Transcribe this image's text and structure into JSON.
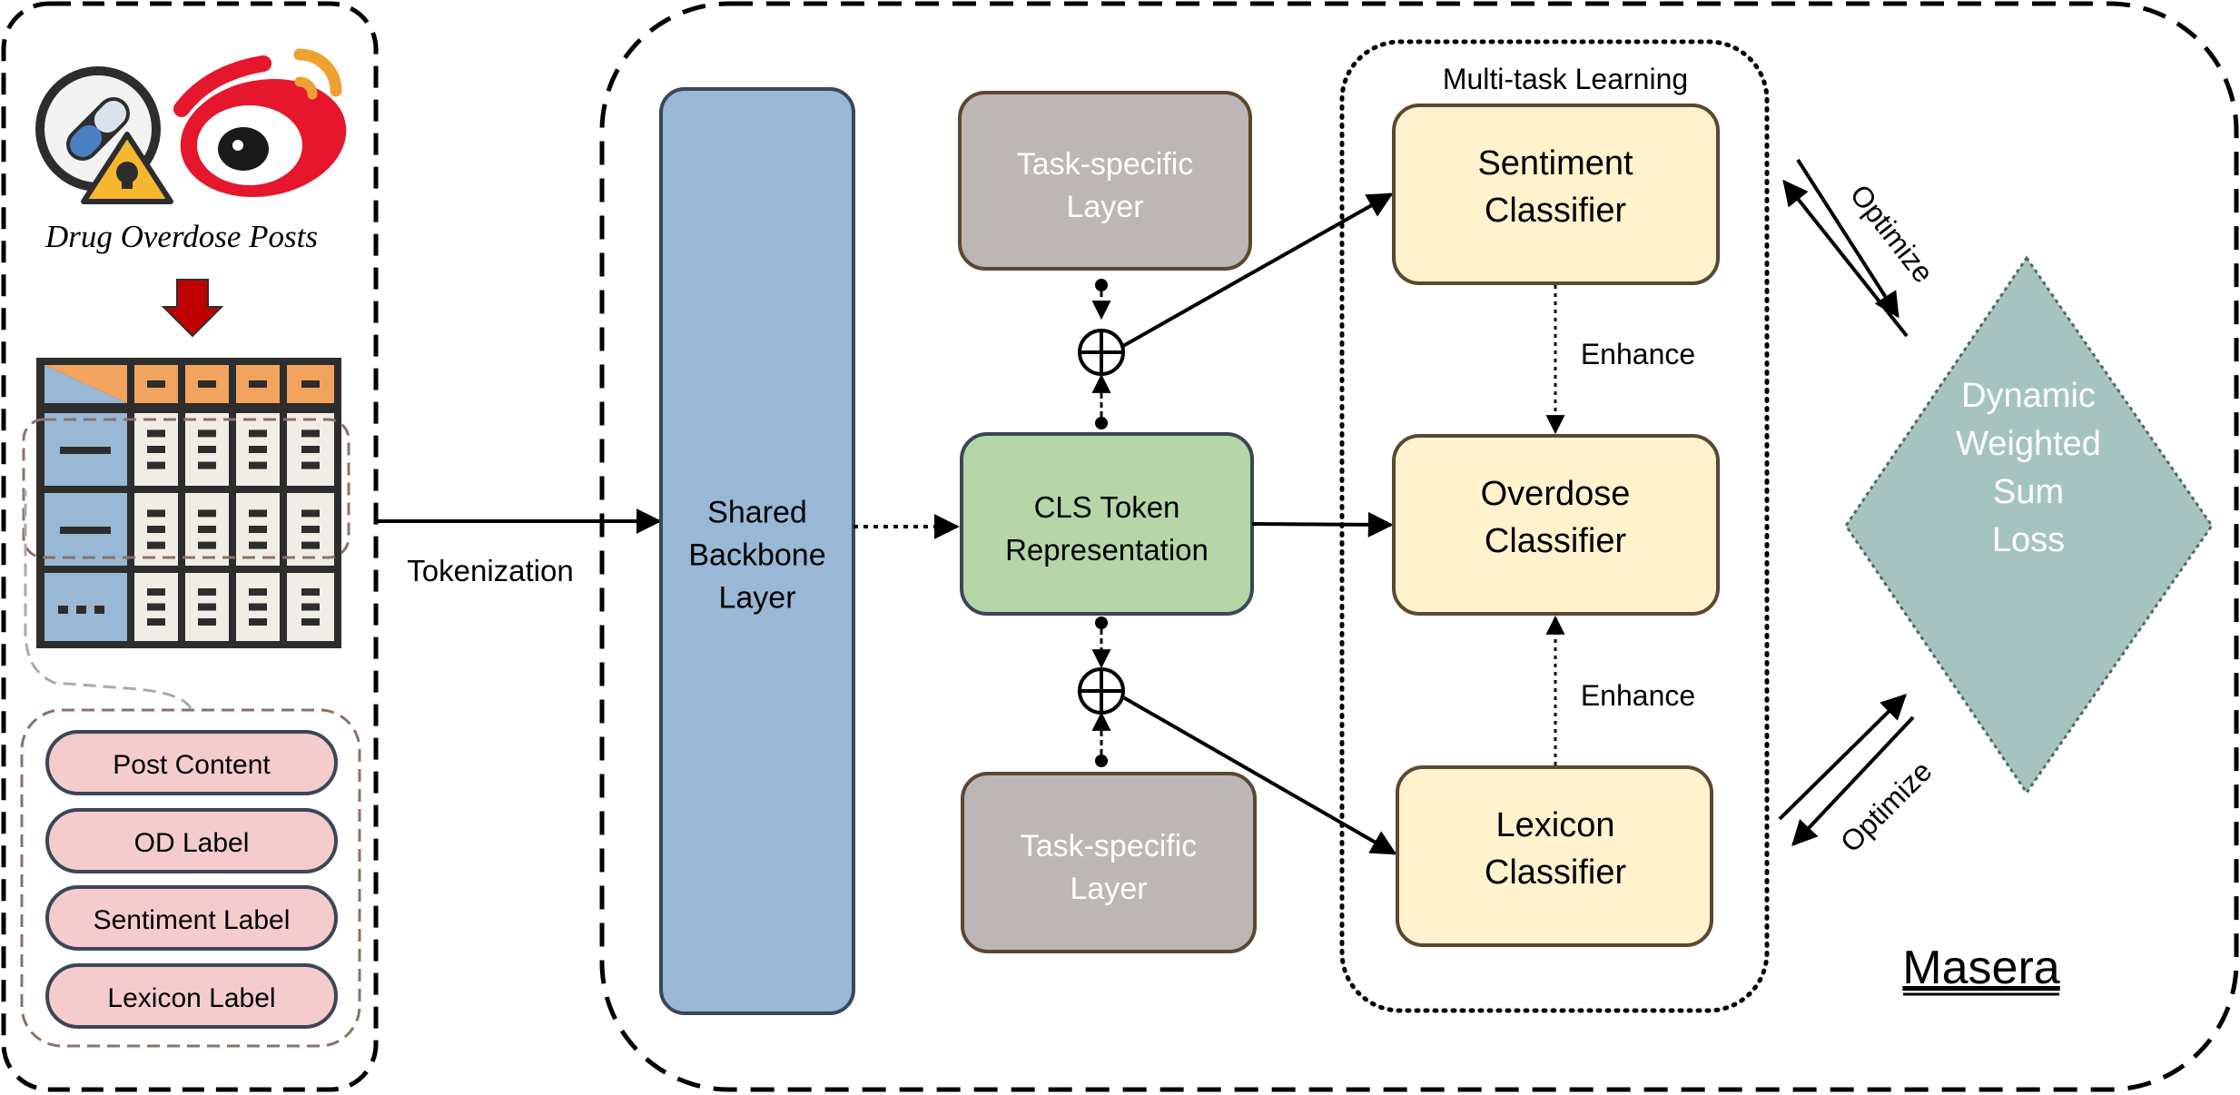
{
  "data_panel": {
    "caption": "Drug Overdose Posts",
    "fields": [
      "Post Content",
      "OD Label",
      "Sentiment Label",
      "Lexicon Label"
    ],
    "icons": [
      "pill-warning-icon",
      "weibo-logo-icon",
      "down-arrow-icon",
      "data-table-icon"
    ]
  },
  "edges": {
    "tokenization": "Tokenization",
    "enhance_top": "Enhance",
    "enhance_bottom": "Enhance",
    "optimize_top": "Optimize",
    "optimize_bottom": "Optimize"
  },
  "model": {
    "shared_backbone": "Shared\nBackbone\nLayer",
    "cls": "CLS Token\nRepresentation",
    "task_specific_top": "Task-specific\nLayer",
    "task_specific_bottom": "Task-specific\nLayer",
    "multitask_title": "Multi-task Learning",
    "sentiment": "Sentiment\nClassifier",
    "overdose": "Overdose\nClassifier",
    "lexicon": "Lexicon\nClassifier",
    "loss": "Dynamic\nWeighted\nSum\nLoss",
    "name": "Masera"
  },
  "colors": {
    "backbone": "#98b8d5",
    "cls": "#b5d7a8",
    "task_layer": "#bcb6b5",
    "classifier": "#fff2cc",
    "loss": "#a6c4bf",
    "field": "#f4cccc",
    "table_header": "#f2a35e",
    "table_label": "#98b8d5",
    "table_cell": "#f0ede5",
    "arrow_down": "#c00000",
    "weibo_red": "#e6162d",
    "weibo_orange": "#f0a030",
    "pill_blue": "#4a7fc1",
    "warning_yellow": "#f5b72f"
  }
}
